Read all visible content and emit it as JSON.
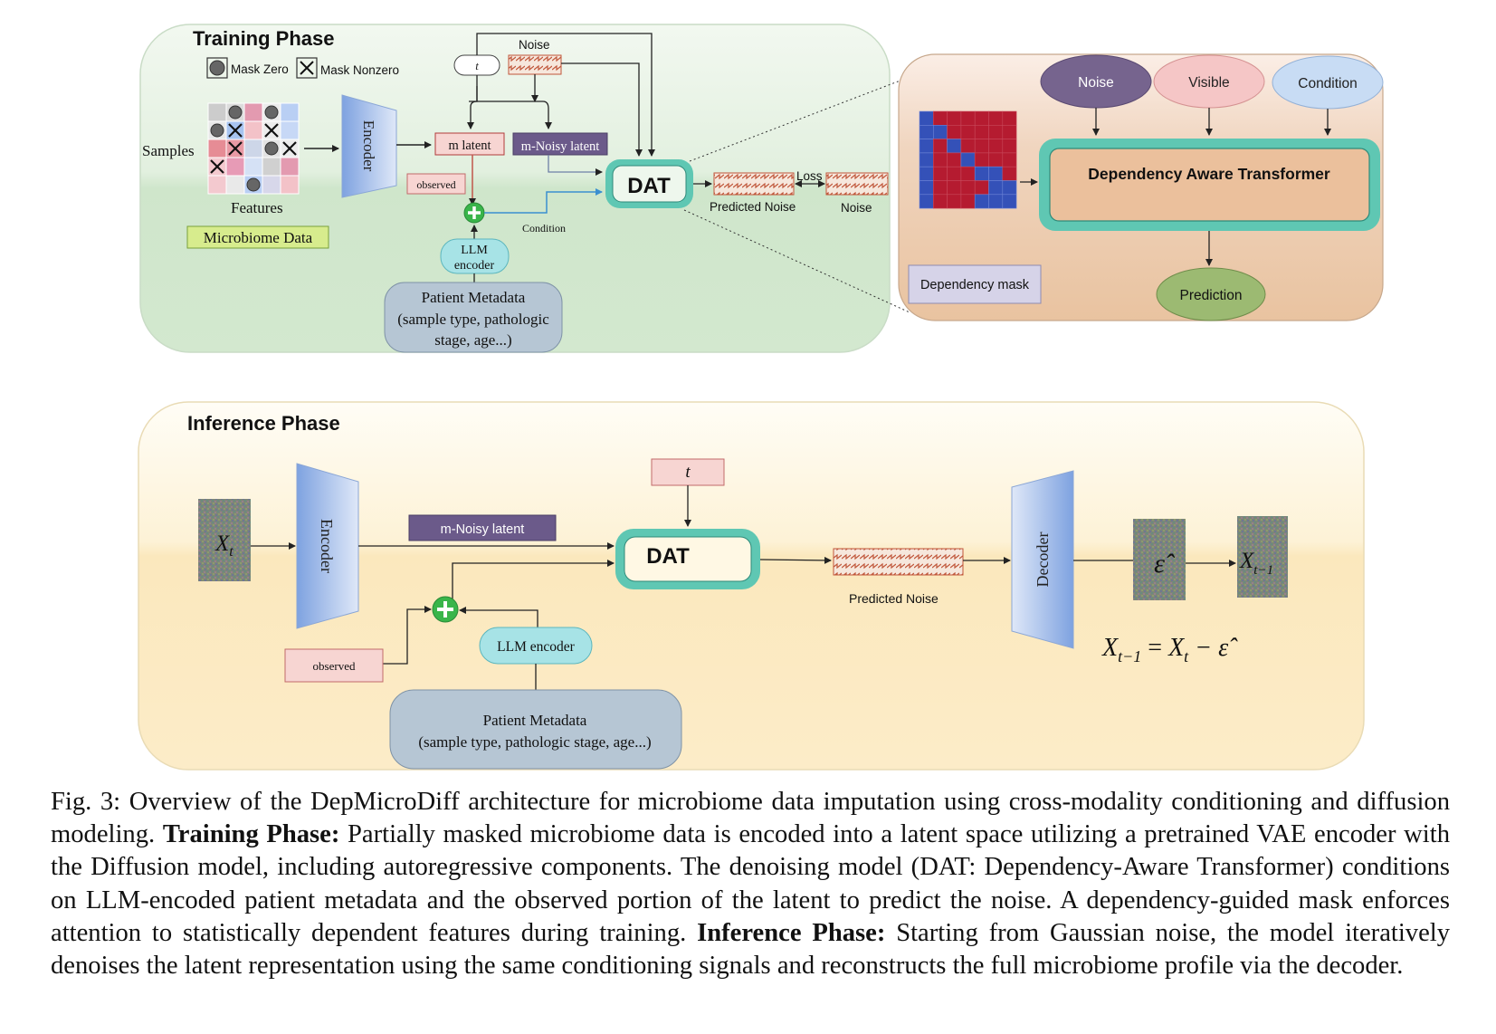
{
  "training": {
    "title": "Training Phase",
    "legend_mask_zero": "Mask Zero",
    "legend_mask_nonzero": "Mask Nonzero",
    "samples_label": "Samples",
    "features_label": "Features",
    "microbiome_label": "Microbiome Data",
    "encoder_label": "Encoder",
    "t_label": "t",
    "noise_top_label": "Noise",
    "m_latent": "m latent",
    "m_noisy_latent": "m-Noisy latent",
    "observed": "observed",
    "llm_encoder_line1": "LLM",
    "llm_encoder_line2": "encoder",
    "condition_label": "Condition",
    "dat_label": "DAT",
    "predicted_noise": "Predicted Noise",
    "loss_label": "Loss",
    "noise_label": "Noise",
    "metadata_line1": "Patient Metadata",
    "metadata_line2": "(sample type, pathologic",
    "metadata_line3": "stage, age...)"
  },
  "dat_detail": {
    "noise": "Noise",
    "visible": "Visible",
    "condition": "Condition",
    "transformer": "Dependency Aware Transformer",
    "dependency_mask": "Dependency mask",
    "prediction": "Prediction"
  },
  "inference": {
    "title": "Inference Phase",
    "xt": "X",
    "xt_sub": "t",
    "encoder_label": "Encoder",
    "m_noisy_latent": "m-Noisy latent",
    "t_label": "t",
    "dat_label": "DAT",
    "observed": "observed",
    "llm_encoder": "LLM encoder",
    "metadata_line1": "Patient Metadata",
    "metadata_line2": "(sample type, pathologic stage, age...)",
    "predicted_noise": "Predicted Noise",
    "decoder_label": "Decoder",
    "eps_hat": "ε̂",
    "xt1": "X",
    "xt1_sub": "t−1",
    "equation_lhs": "X",
    "equation_lhs_sub": "t−1",
    "equation_eq": " = ",
    "equation_x": "X",
    "equation_x_sub": "t",
    "equation_minus": " − ε̂"
  },
  "caption": {
    "lead": "Fig. 3: Overview of the DepMicroDiff architecture for microbiome data imputation using cross-modality conditioning and diffusion modeling. ",
    "training_bold": "Training Phase:",
    "training_text": " Partially masked microbiome data is encoded into a latent space utilizing a pretrained VAE encoder with the Diffusion model, including autoregressive components. The denoising model (DAT: Dependency-Aware Transformer) conditions on LLM-encoded patient metadata and the observed portion of the latent to predict the noise. A dependency-guided mask enforces attention to statistically dependent features during training. ",
    "inference_bold": "Inference Phase:",
    "inference_text": " Starting from Gaussian noise, the model iteratively denoises the latent representation using the same conditioning signals and reconstructs the full microbiome profile via the decoder."
  },
  "colors": {
    "training_bg": "#d6ead2",
    "detail_bg": "#ecc9a8",
    "inference_bg": "#fbedc3",
    "dat_border": "#5fc7b3",
    "encoder_fill": "#8fb0e6",
    "m_noisy_fill": "#6b5a8a",
    "noise_purple": "#76648e",
    "visible_pink": "#f5c6c6",
    "condition_blue": "#c8dcf4",
    "prediction_green": "#9cba72",
    "metadata_fill": "#b6c6d4",
    "llm_fill": "#a7e3e6",
    "observed_fill": "#f7d5d2",
    "microbiome_fill": "#d7ec8d",
    "mask_red": "#b51b30",
    "mask_blue": "#3451b8"
  }
}
